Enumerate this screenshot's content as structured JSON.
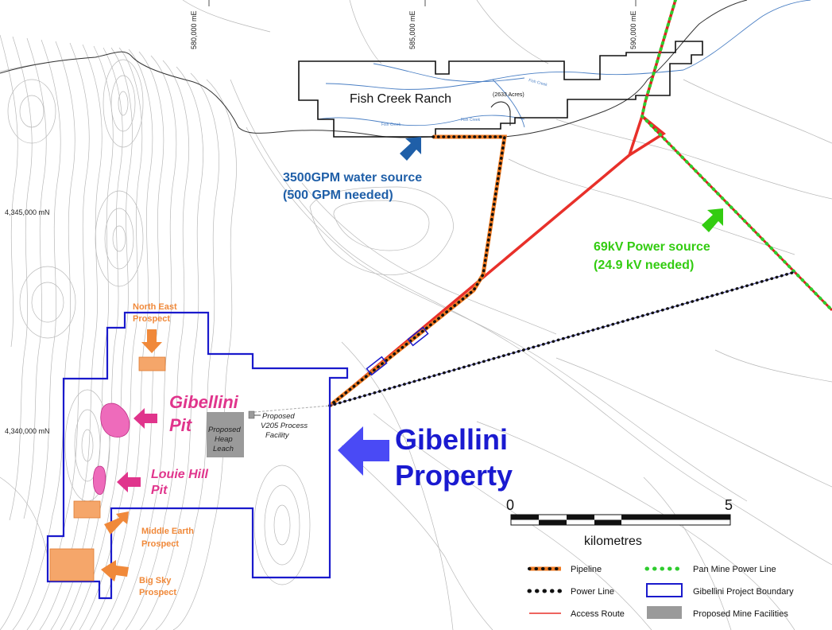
{
  "map": {
    "grid_labels": {
      "e580": "580,000 mE",
      "e585": "585,000 mE",
      "e590": "590,000 mE",
      "n4345": "4,345,000 mN",
      "n4340": "4,340,000 mN"
    },
    "ranch": {
      "name": "Fish Creek Ranch",
      "acres": "(2633 Acres)",
      "creek_label": "Fish Creek"
    },
    "water_source": {
      "line1": "3500GPM water source",
      "line2": "(500 GPM needed)"
    },
    "power_source": {
      "line1": "69kV Power source",
      "line2": "(24.9 kV needed)"
    },
    "pits": {
      "gibellini_line1": "Gibellini",
      "gibellini_line2": "Pit",
      "louie_line1": "Louie Hill",
      "louie_line2": "Pit"
    },
    "prospects": {
      "north_east_line1": "North East",
      "north_east_line2": "Prospect",
      "middle_earth_line1": "Middle Earth",
      "middle_earth_line2": "Prospect",
      "big_sky_line1": "Big Sky",
      "big_sky_line2": "Prospect"
    },
    "facilities": {
      "heap_line1": "Proposed",
      "heap_line2": "Heap",
      "heap_line3": "Leach",
      "process_line1": "Proposed",
      "process_line2": "V205 Process",
      "process_line3": "Facility"
    },
    "property": {
      "line1": "Gibellini",
      "line2": "Property"
    },
    "scale": {
      "start": "0",
      "end": "5",
      "unit": "kilometres"
    },
    "legend": {
      "pipeline": "Pipeline",
      "power_line": "Power Line",
      "access_route": "Access Route",
      "pan_mine_power_line": "Pan Mine Power Line",
      "project_boundary": "Gibellini Project Boundary",
      "mine_facilities": "Proposed Mine Facilities"
    },
    "colors": {
      "boundary": "#1a1acc",
      "access_route": "#e8302a",
      "pan_mine_power": "#2ecc2e",
      "pipeline_orange": "#f07a20",
      "water_arrow": "#1f5fa8",
      "water_text": "#1f5fa8",
      "power_arrow": "#33cc11",
      "power_text": "#33cc11",
      "pit_magenta": "#e0358c",
      "prospect_orange": "#f0893a",
      "property_blue": "#1a1ad0",
      "property_arrow": "#4a4af5",
      "facility_gray": "#9a9a9a"
    }
  }
}
